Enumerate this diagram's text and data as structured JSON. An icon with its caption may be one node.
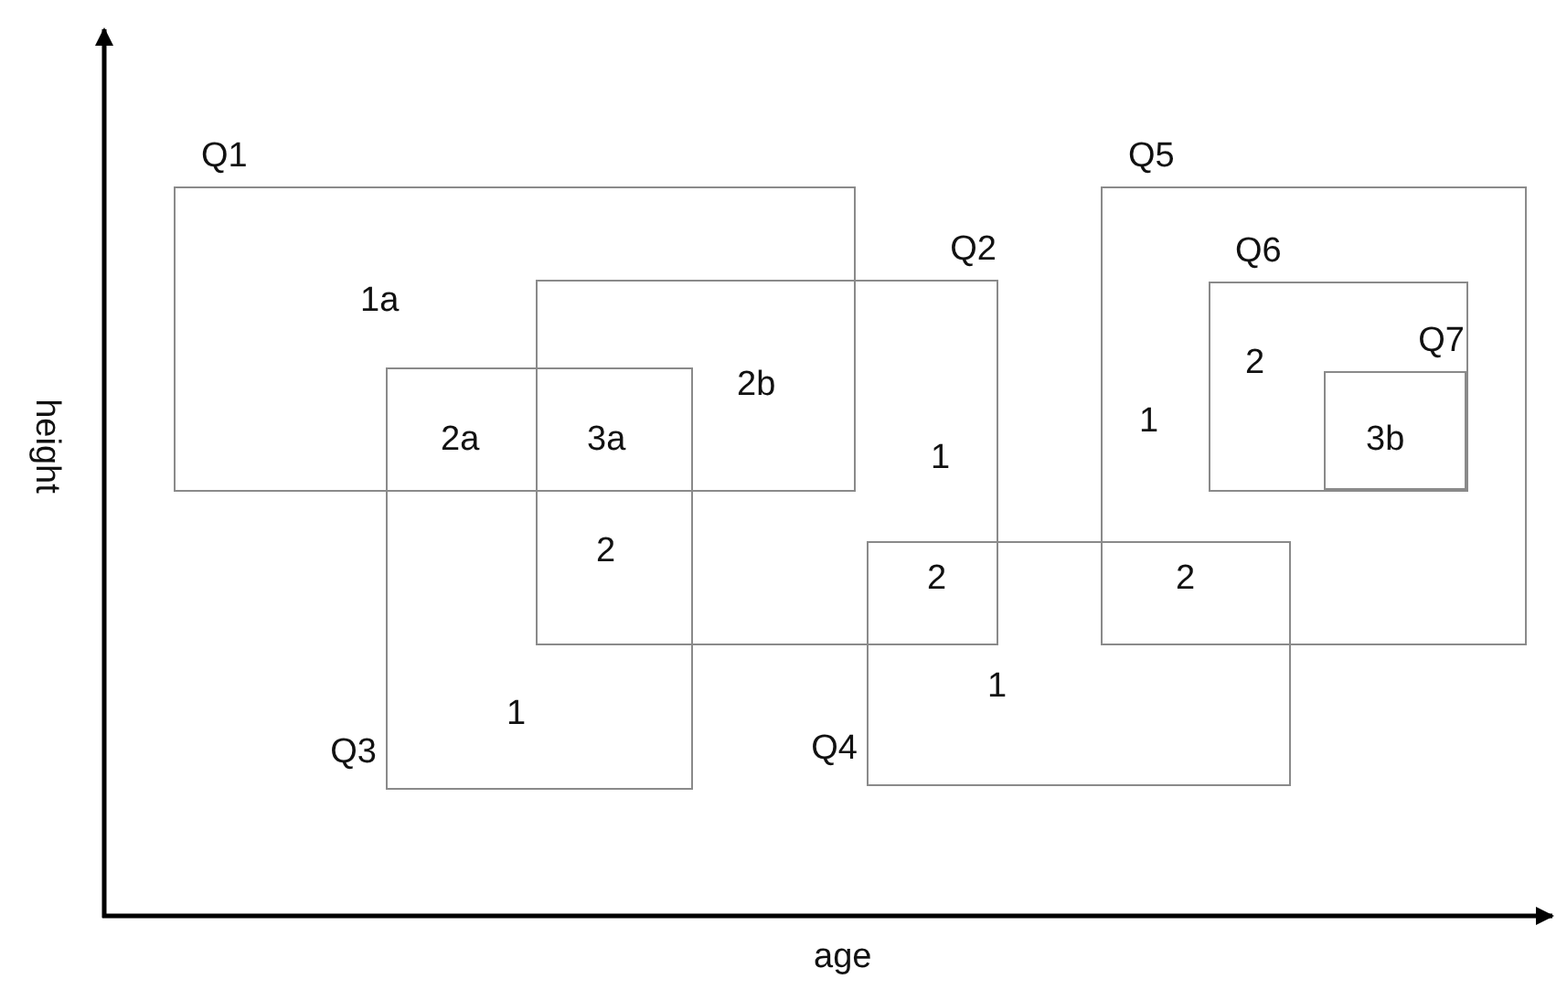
{
  "diagram": {
    "nodes": [
      {
        "text": [
          "Q1"
        ]
      },
      {
        "text": [
          "Q5"
        ]
      },
      {
        "text": [
          "Q2"
        ]
      },
      {
        "text": [
          "Q6"
        ],
        "in": 1
      },
      {
        "text": [
          "Q7"
        ],
        "in": 3
      },
      {
        "text": [
          "Q3"
        ]
      },
      {
        "text": [
          "Q4"
        ]
      }
    ],
    "edges": [],
    "labels": [
      "1a",
      "2",
      "2b",
      "1",
      "2a",
      "3a",
      "3b",
      "1",
      "2",
      "2",
      "2",
      "1",
      "1",
      "height",
      "age"
    ]
  }
}
